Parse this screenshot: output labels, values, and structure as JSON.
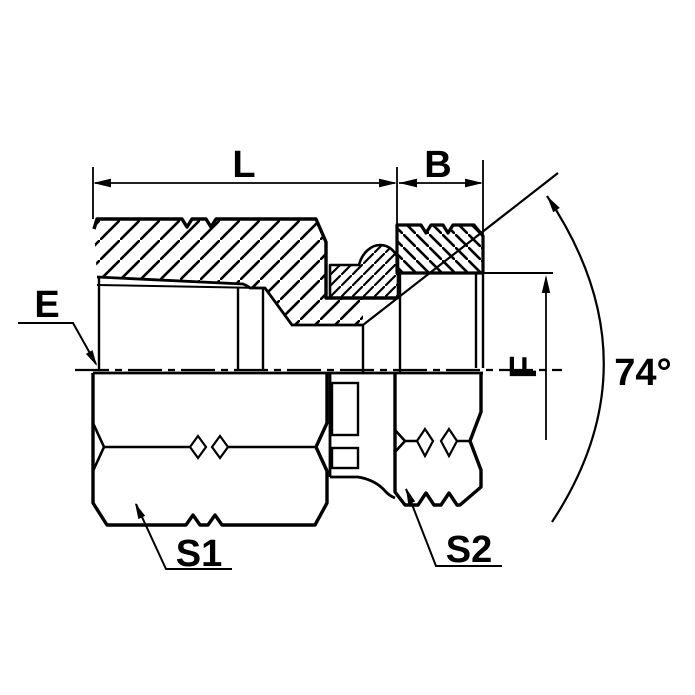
{
  "drawing": {
    "type": "technical-section-drawing",
    "background": "#ffffff",
    "line_color": "#000000",
    "labels": {
      "length": "L",
      "width": "B",
      "left_thread": "E",
      "right_thread": "F",
      "hex_left": "S1",
      "hex_right": "S2",
      "seat_angle": "74°"
    }
  }
}
